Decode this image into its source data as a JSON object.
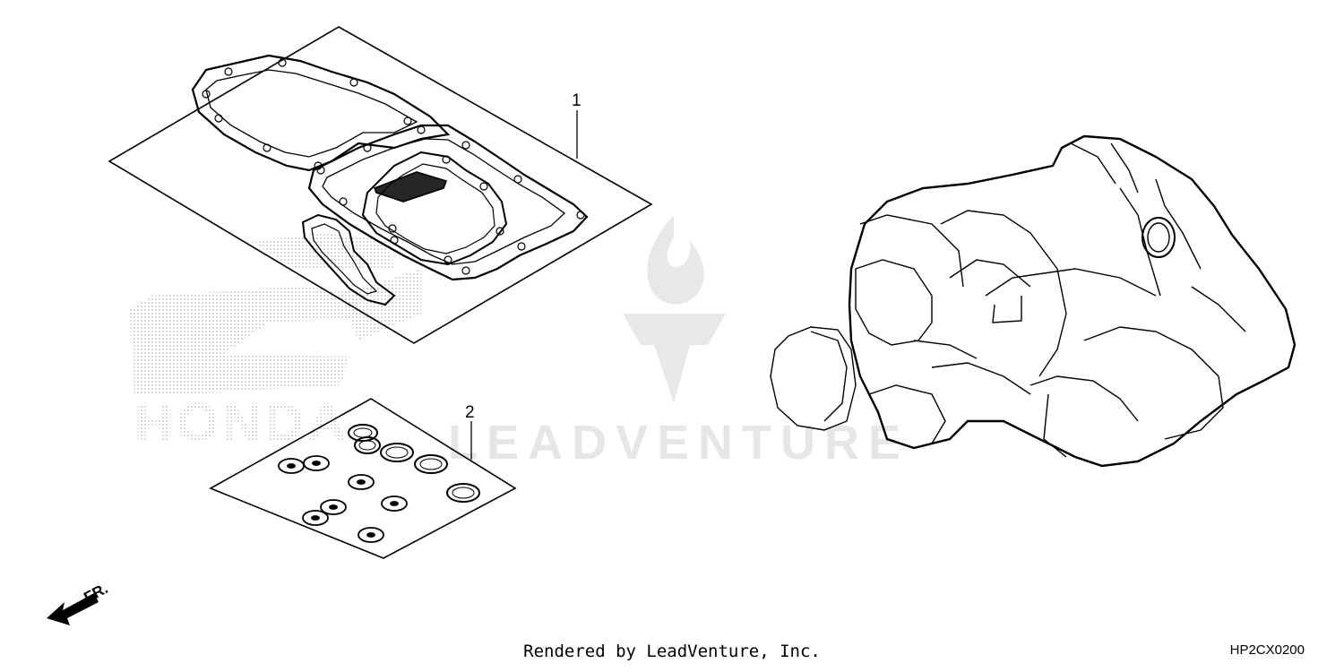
{
  "callouts": [
    {
      "number": "1"
    },
    {
      "number": "2"
    }
  ],
  "direction_label": "FR.",
  "watermark_text": "LEADVENTURE",
  "brand_watermark_text": "HONDA",
  "footer": {
    "credit": "Rendered by LeadVenture, Inc.",
    "diagram_code": "HP2CX0200"
  },
  "colors": {
    "line": "#000000",
    "watermark": "#e6e6e6",
    "background": "#ffffff"
  }
}
